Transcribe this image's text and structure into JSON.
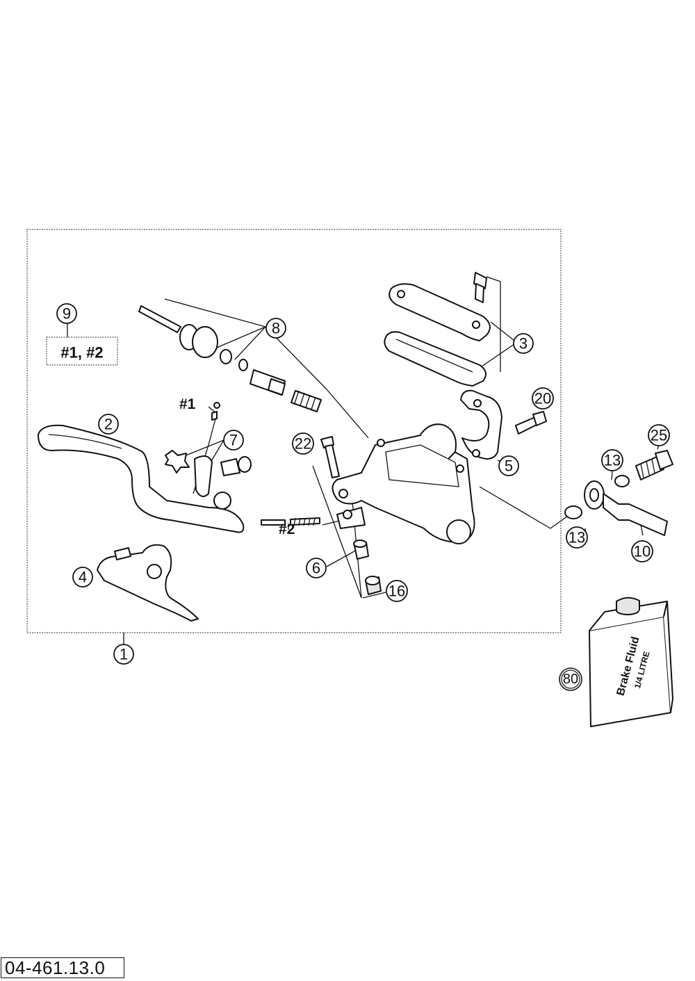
{
  "callouts": {
    "c1": "1",
    "c2": "2",
    "c3": "3",
    "c4": "4",
    "c5": "5",
    "c6": "6",
    "c7": "7",
    "c8": "8",
    "c9": "9",
    "c10": "10",
    "c13a": "13",
    "c13b": "13",
    "c16": "16",
    "c20": "20",
    "c22": "22",
    "c25": "25",
    "c80": "80"
  },
  "labels": {
    "kit_box": "#1, #2",
    "ref1": "#1",
    "ref2": "#2"
  },
  "can": {
    "line1": "Brake Fluid",
    "line2": "1/4 LITRE"
  },
  "document_code": "04-461.13.0"
}
